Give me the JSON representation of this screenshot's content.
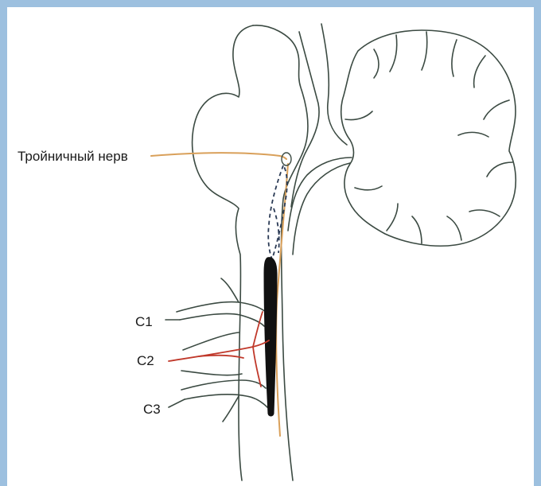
{
  "labels": {
    "trigeminal": "Тройничный нерв",
    "c1": "C1",
    "c2": "C2",
    "c3": "C3"
  },
  "colors": {
    "frame_border": "#9dc0df",
    "outline": "#3b4a42",
    "trigeminal_tract": "#d9a05a",
    "c2_root": "#c0392b",
    "spinal_nucleus": "#111111"
  }
}
